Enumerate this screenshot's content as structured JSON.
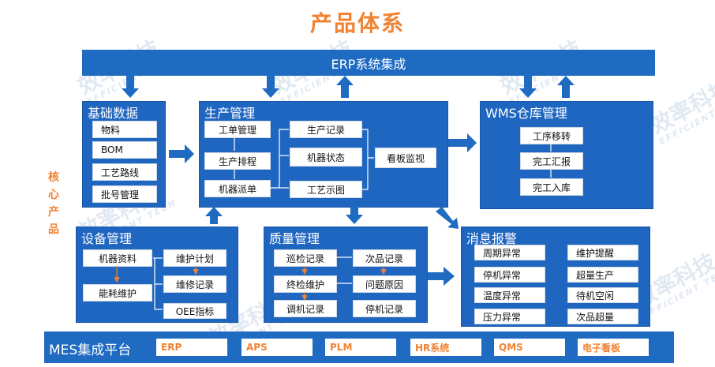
{
  "title": "产品体系",
  "erp_bar": "ERP系统集成",
  "core_label": [
    "核",
    "心",
    "产",
    "品"
  ],
  "watermark": {
    "cn": "效率科技",
    "en": "EFFICIENT TECH"
  },
  "basic_data": {
    "title": "基础数据",
    "items": [
      "物料",
      "BOM",
      "工艺路线",
      "批号管理"
    ]
  },
  "production": {
    "title": "生产管理",
    "left": [
      "工单管理",
      "生产排程",
      "机器派单"
    ],
    "middle": [
      "生产记录",
      "机器状态",
      "工艺示图"
    ],
    "right": "看板监视"
  },
  "wms": {
    "title": "WMS仓库管理",
    "items": [
      "工序移转",
      "完工汇报",
      "完工入库"
    ]
  },
  "equipment": {
    "title": "设备管理",
    "items": [
      "机器资料",
      "能耗维护",
      "维护计划",
      "维修记录",
      "OEE指标"
    ]
  },
  "quality": {
    "title": "质量管理",
    "items": [
      "巡检记录",
      "次品记录",
      "终检维护",
      "问题原因",
      "调机记录",
      "停机记录"
    ]
  },
  "alerts": {
    "title": "消息报警",
    "left": [
      "周期异常",
      "停机异常",
      "温度异常",
      "压力异常"
    ],
    "right": [
      "维护提醒",
      "超量生产",
      "待机空闲",
      "次品超量"
    ]
  },
  "mes": {
    "title": "MES集成平台",
    "items": [
      "ERP",
      "APS",
      "PLM",
      "HR系统",
      "QMS",
      "电子看板"
    ]
  },
  "colors": {
    "accent": "#f08232",
    "panel": "#1f66c1",
    "arrow": "#1f6bc2"
  }
}
